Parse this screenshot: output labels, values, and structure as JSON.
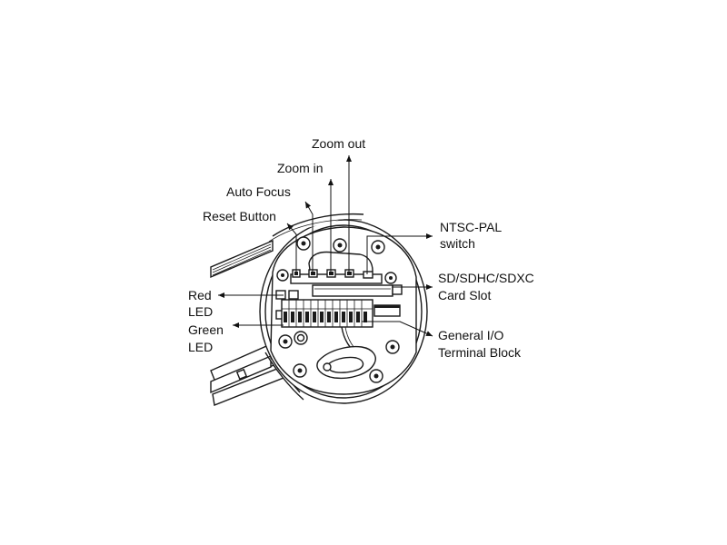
{
  "labels": {
    "zoom_out": "Zoom out",
    "zoom_in": "Zoom in",
    "auto_focus": "Auto Focus",
    "reset_button": "Reset Button",
    "ntsc_pal_line1": "NTSC-PAL",
    "ntsc_pal_line2": "switch",
    "sd_card_line1": "SD/SDHC/SDXC",
    "sd_card_line2": "Card Slot",
    "red_led_line1": "Red",
    "red_led_line2": "LED",
    "green_led_line1": "Green",
    "green_led_line2": "LED",
    "gio_line1": "General I/O",
    "gio_line2": "Terminal Block"
  },
  "colors": {
    "line": "#111111",
    "outline": "#1a1a1a",
    "background": "#ffffff"
  }
}
